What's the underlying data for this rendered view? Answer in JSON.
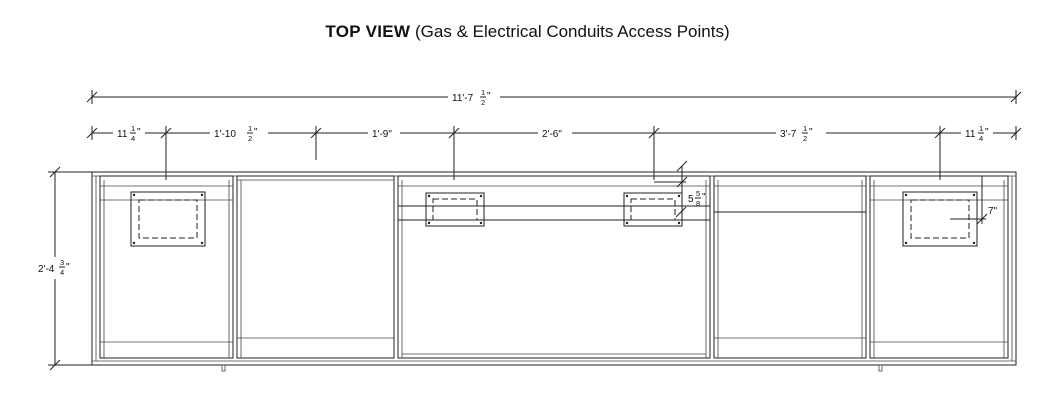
{
  "title": {
    "bold": "TOP VIEW",
    "rest": " (Gas & Electrical Conduits Access Points)"
  },
  "dimensions": {
    "overall": {
      "whole": "11'-7",
      "num": "1",
      "den": "2",
      "unit": "\""
    },
    "seg1": {
      "whole": "11",
      "num": "1",
      "den": "4",
      "unit": "\""
    },
    "seg2": {
      "whole": "1'-10",
      "num": "1",
      "den": "2",
      "unit": "\""
    },
    "seg3": {
      "whole": "1'-9\""
    },
    "seg4": {
      "whole": "2'-6\""
    },
    "seg5": {
      "whole": "3'-7",
      "num": "1",
      "den": "2",
      "unit": "\""
    },
    "seg6": {
      "whole": "11",
      "num": "1",
      "den": "4",
      "unit": "\""
    },
    "depth": {
      "whole": "2'-4",
      "num": "3",
      "den": "4",
      "unit": "\""
    },
    "inset": {
      "whole": "5",
      "num": "5",
      "den": "8",
      "unit": "\""
    },
    "offset": {
      "whole": "7\""
    }
  },
  "colors": {
    "line": "#222222",
    "background": "#ffffff"
  }
}
